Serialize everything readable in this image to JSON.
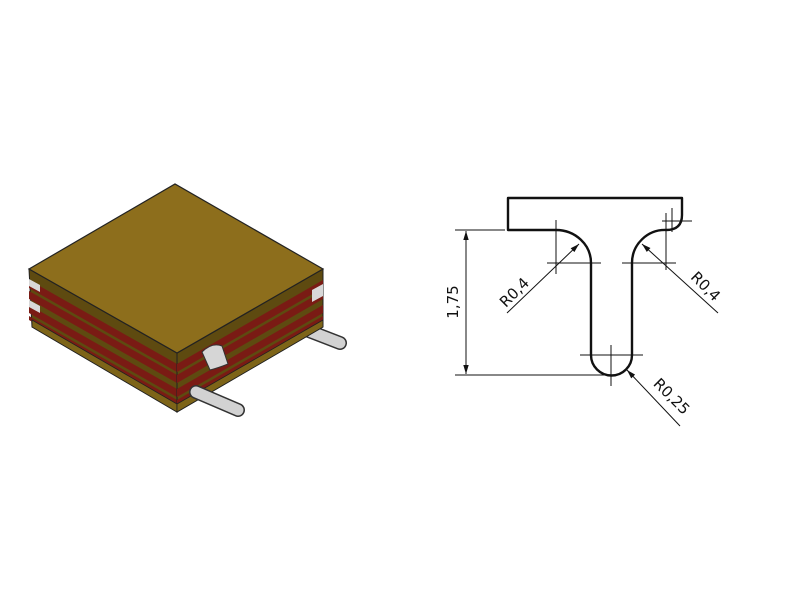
{
  "drawing": {
    "height_dimension": "1,75",
    "left_fillet_radius": "R0,4",
    "right_fillet_radius": "R0,4",
    "bottom_radius": "R0,25"
  },
  "colors": {
    "gold": "#8d6e1c",
    "gold_dark": "#5e4a10",
    "red": "#7a1b14",
    "tab": "#d0d0d0"
  }
}
